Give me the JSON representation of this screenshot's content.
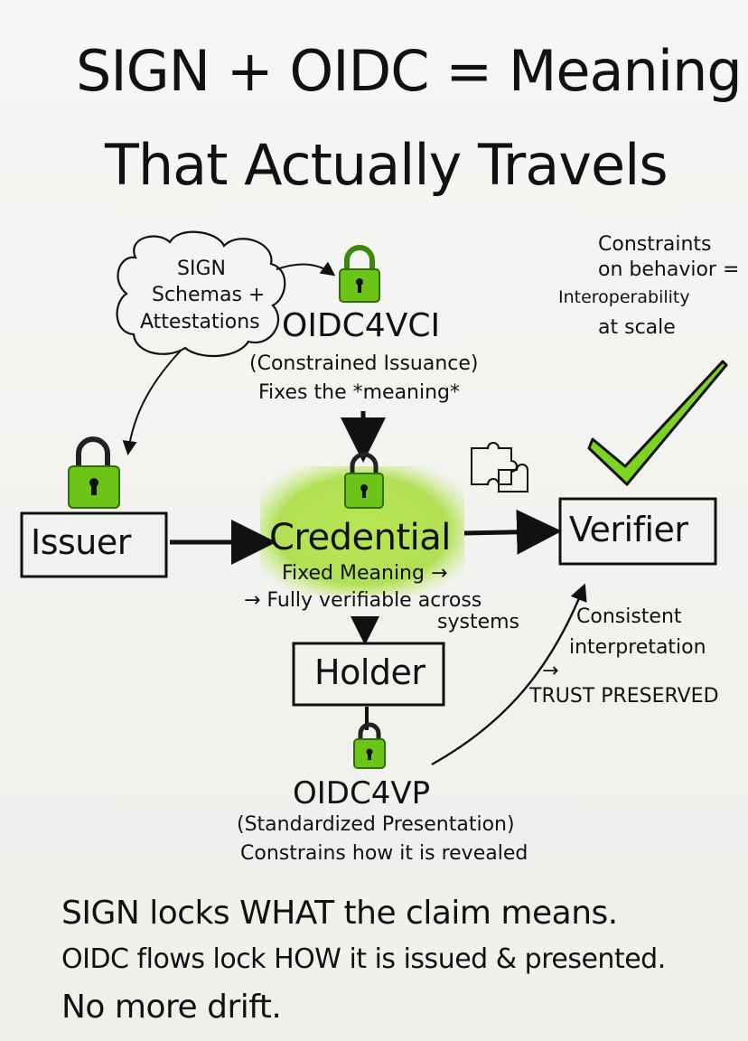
{
  "title": {
    "line1": "SIGN + OIDC = Meaning",
    "line2": "That Actually Travels"
  },
  "cloud": {
    "line1": "SIGN",
    "line2": "Schemas +",
    "line3": "Attestations"
  },
  "oidc4vci": {
    "name": "OIDC4VCI",
    "sub": "(Constrained Issuance)",
    "desc": "Fixes the *meaning*"
  },
  "constraints": {
    "line1": "Constraints",
    "line2": "on behavior =",
    "line3": "Interoperability",
    "line4": "at scale"
  },
  "nodes": {
    "issuer": "Issuer",
    "credential": "Credential",
    "verifier": "Verifier",
    "holder": "Holder"
  },
  "credential_notes": {
    "fixed": "Fixed Meaning →",
    "verifiable": "→ Fully verifiable across",
    "systems": "systems"
  },
  "verifier_notes": {
    "consistent": "Consistent",
    "interpretation": "interpretation",
    "arrow": "→",
    "trust": "TRUST PRESERVED"
  },
  "oidc4vp": {
    "name": "OIDC4VP",
    "sub": "(Standardized Presentation)",
    "desc": "Constrains how it is revealed"
  },
  "footer": {
    "line1": "SIGN locks WHAT the claim means.",
    "line2": "OIDC flows lock HOW it is issued & presented.",
    "line3": "No more drift."
  },
  "colors": {
    "accent_green": "#7ed321",
    "lock_green": "#6cc417",
    "ink": "#111111"
  },
  "icons": [
    "lock-icon",
    "puzzle-icon",
    "checkmark-icon",
    "cloud-shape"
  ]
}
